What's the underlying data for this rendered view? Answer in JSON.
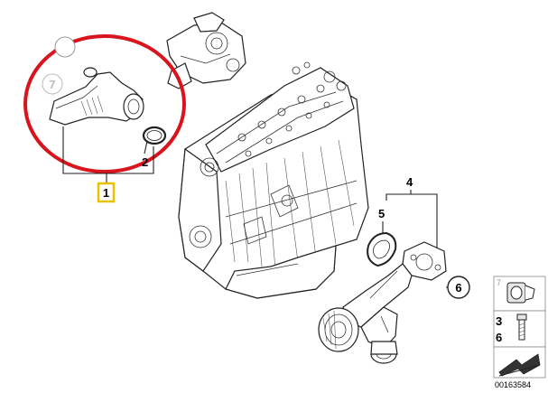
{
  "callouts": {
    "item1": "1",
    "item2": "2",
    "item4": "4",
    "item5": "5",
    "item6": "6",
    "item7": "7"
  },
  "legend": {
    "item7": "7",
    "item3": "3",
    "item6": "6"
  },
  "reference_number": "00163584",
  "colors": {
    "highlight_circle": "#d9141c",
    "highlight_box": "#e8c200",
    "line": "#222222"
  }
}
